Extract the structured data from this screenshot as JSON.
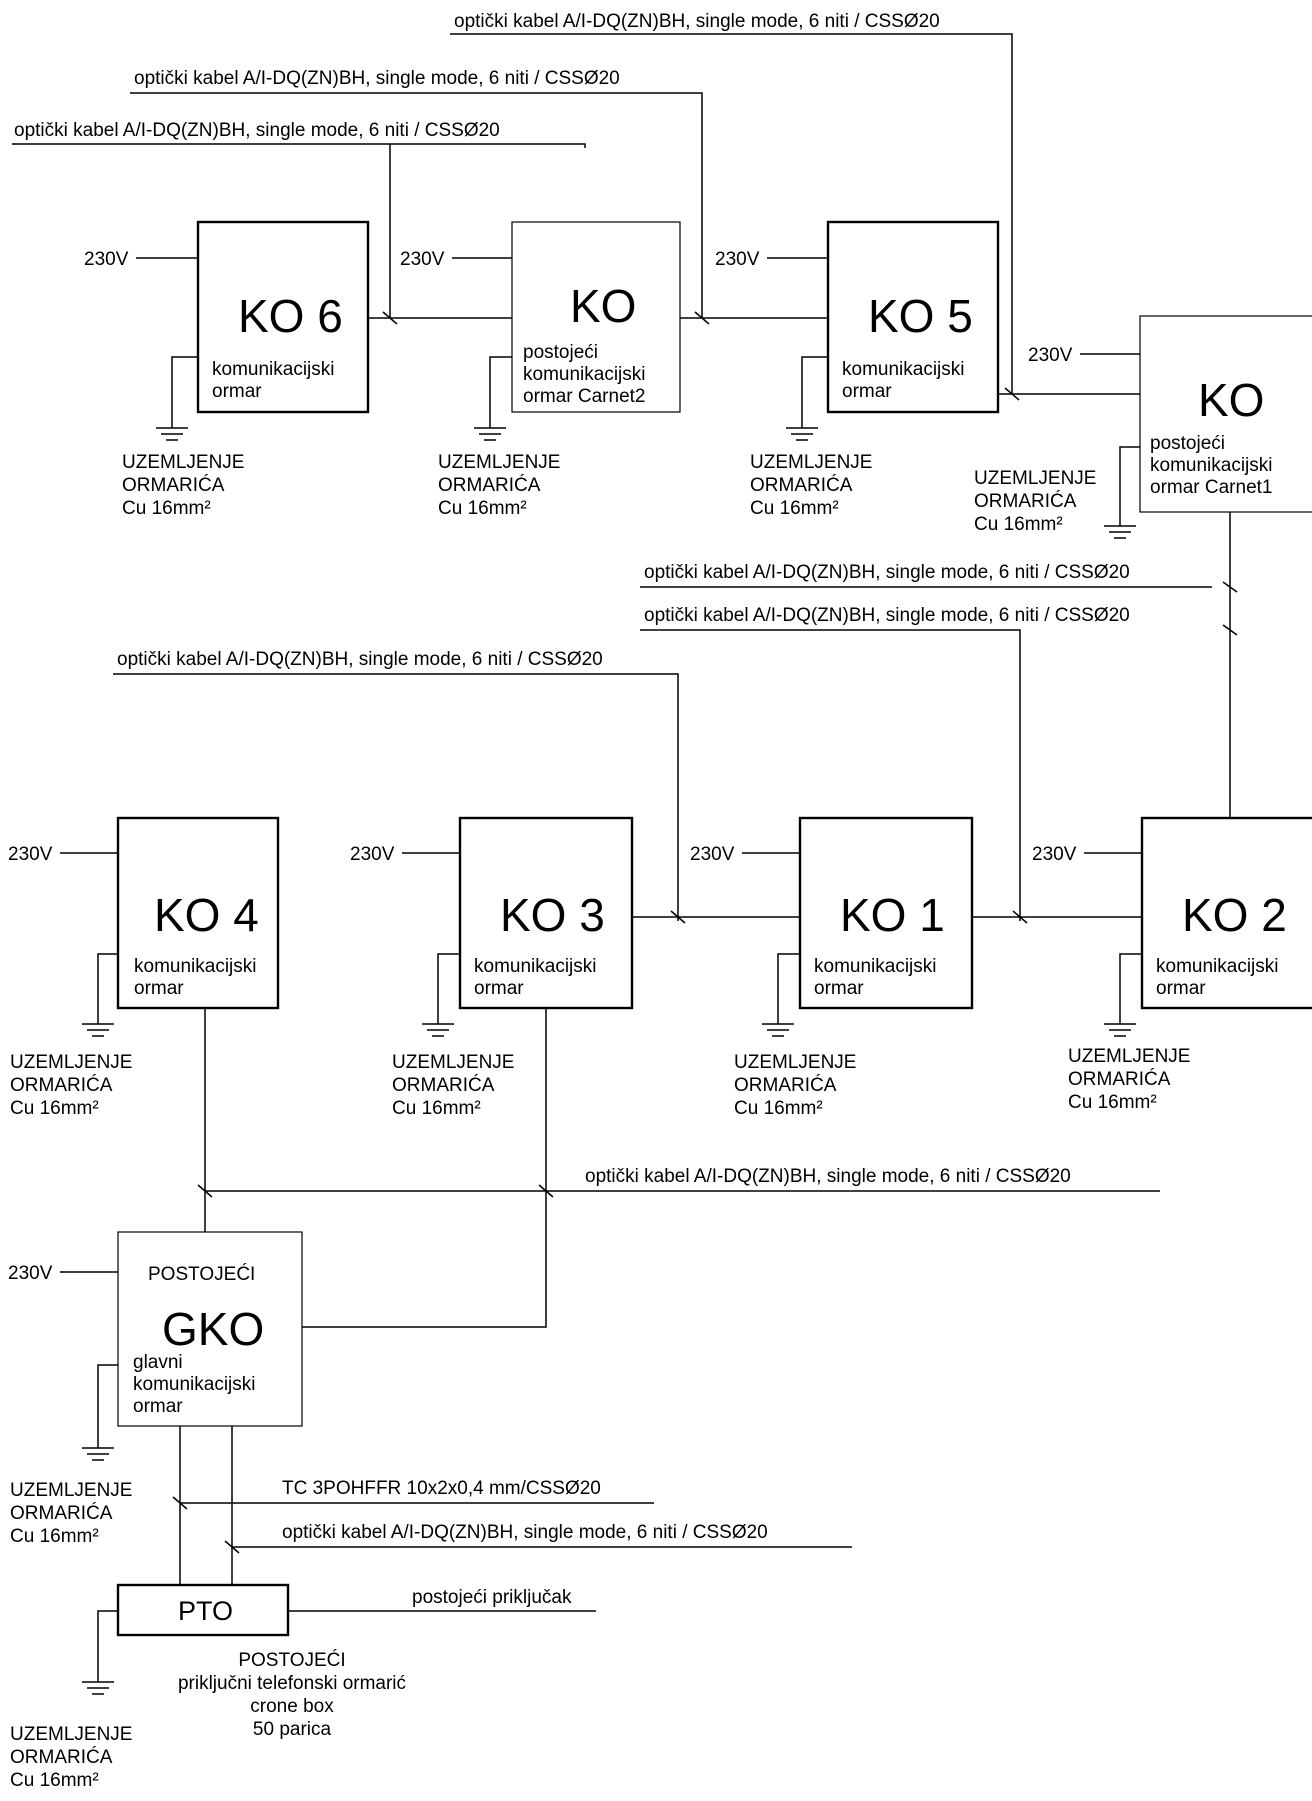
{
  "cable_fiber": "optički kabel A/I-DQ(ZN)BH, single mode, 6 niti / CSSØ20",
  "cable_tc": "TC 3POHFFR 10x2x0,4 mm/CSSØ20",
  "existing_connection": "postojeći priključak",
  "supply_voltage": "230V",
  "grounding": [
    "UZEMLJENJE",
    "ORMARIĆA",
    "Cu 16mm²"
  ],
  "cabinets": {
    "ko6": {
      "title": "KO 6",
      "desc": [
        "komunikacijski",
        "ormar"
      ]
    },
    "carnet2": {
      "title": "KO",
      "desc": [
        "postojeći",
        "komunikacijski",
        "ormar Carnet2"
      ]
    },
    "ko5": {
      "title": "KO 5",
      "desc": [
        "komunikacijski",
        "ormar"
      ]
    },
    "carnet1": {
      "title": "KO",
      "desc": [
        "postojeći",
        "komunikacijski",
        "ormar Carnet1"
      ]
    },
    "ko4": {
      "title": "KO 4",
      "desc": [
        "komunikacijski",
        "ormar"
      ]
    },
    "ko3": {
      "title": "KO 3",
      "desc": [
        "komunikacijski",
        "ormar"
      ]
    },
    "ko1": {
      "title": "KO 1",
      "desc": [
        "komunikacijski",
        "ormar"
      ]
    },
    "ko2": {
      "title": "KO 2",
      "desc": [
        "komunikacijski",
        "ormar"
      ]
    },
    "gko": {
      "status": "POSTOJEĆI",
      "title": "GKO",
      "desc": [
        "glavni",
        "komunikacijski",
        "ormar"
      ]
    },
    "pto": {
      "title": "PTO",
      "caption": [
        "POSTOJEĆI",
        "priključni telefonski ormarić",
        "crone box",
        "50 parica"
      ]
    }
  }
}
